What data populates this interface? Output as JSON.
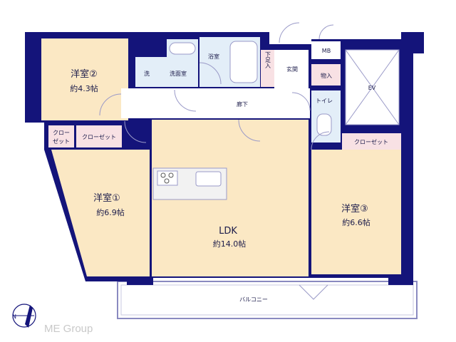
{
  "colors": {
    "wall": "#14147a",
    "room": "#fbe8c4",
    "wet": "#e3eef8",
    "closet": "#f8e1e4",
    "logo": "#c9c9c9"
  },
  "rooms": {
    "western2": {
      "name": "洋室②",
      "size": "約4.3帖"
    },
    "western1": {
      "name": "洋室①",
      "size": "約6.9帖"
    },
    "western3": {
      "name": "洋室③",
      "size": "約6.6帖"
    },
    "ldk": {
      "name": "LDK",
      "size": "約14.0帖"
    },
    "wash": "洗",
    "washroom": "洗面室",
    "bath": "浴室",
    "shoe_storage": "下足入",
    "entrance": "玄関",
    "mb": "MB",
    "storage": "物入",
    "toilet": "トイレ",
    "ev": "EV",
    "hallway": "廊下",
    "closet_small_line1": "クロー",
    "closet_small_line2": "ゼット",
    "closet_left": "クローゼット",
    "closet_right": "クローゼット",
    "balcony": "バルコニー"
  },
  "compass": {
    "north": "N"
  },
  "brand": "ME Group"
}
